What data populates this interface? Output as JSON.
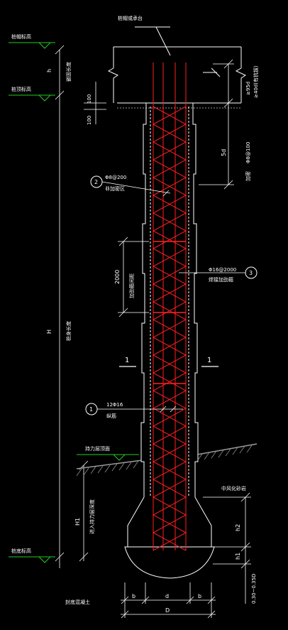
{
  "labels": {
    "cap_note": "桩帽或承台",
    "elev_cap_top": "桩帽标高",
    "elev_pile_top": "桩顶标高",
    "elev_pile_bottom": "桩底标高",
    "embed_len": "嵌固长度",
    "pile_length": "桩身长度",
    "anchor_95d": "≥95d",
    "anchor_40d": "≥40d(有抗拔)",
    "dim_5d": "5d",
    "dense_zone": "加密",
    "stirrup_dense": "Φ8@100",
    "stirrup_normal": "Φ8@200",
    "stirrup_normal_note": "非加密区",
    "stirrup_reinforce": "Φ16@2000",
    "stirrup_reinforce_note": "焊接加劲箍",
    "hoop_spacing": "2000",
    "hoop_spacing_note": "加劲箍间距",
    "main_bar": "12Φ16",
    "main_bar_note": "纵筋",
    "section_mark": "1",
    "bearing_layer": "持力层顶面",
    "bearing_layer_note": "中风化砂岩",
    "enlarged_note": "进入持力层深度",
    "dim_H": "H",
    "dim_H1": "H1",
    "dim_h": "h",
    "dim_h1": "h1",
    "dim_h2": "h2",
    "dim_b": "b",
    "dim_d": "d",
    "dim_D": "D",
    "dim_100_a": "100",
    "dim_100_b": "100",
    "bottom_arc": "0.30~0.35D",
    "footer": "封底混凝土"
  },
  "callouts": [
    "1",
    "2",
    "3"
  ],
  "colors": {
    "line": "#ffffff",
    "rebar": "#ff2020",
    "ground": "#9a9a9a"
  }
}
